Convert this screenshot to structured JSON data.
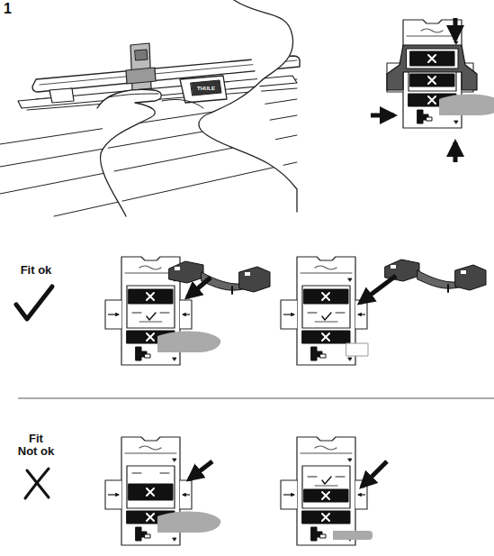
{
  "diagram": {
    "labels": [
      "1",
      "THULE",
      "Fit ok",
      "Fit Not ok"
    ]
  }
}
